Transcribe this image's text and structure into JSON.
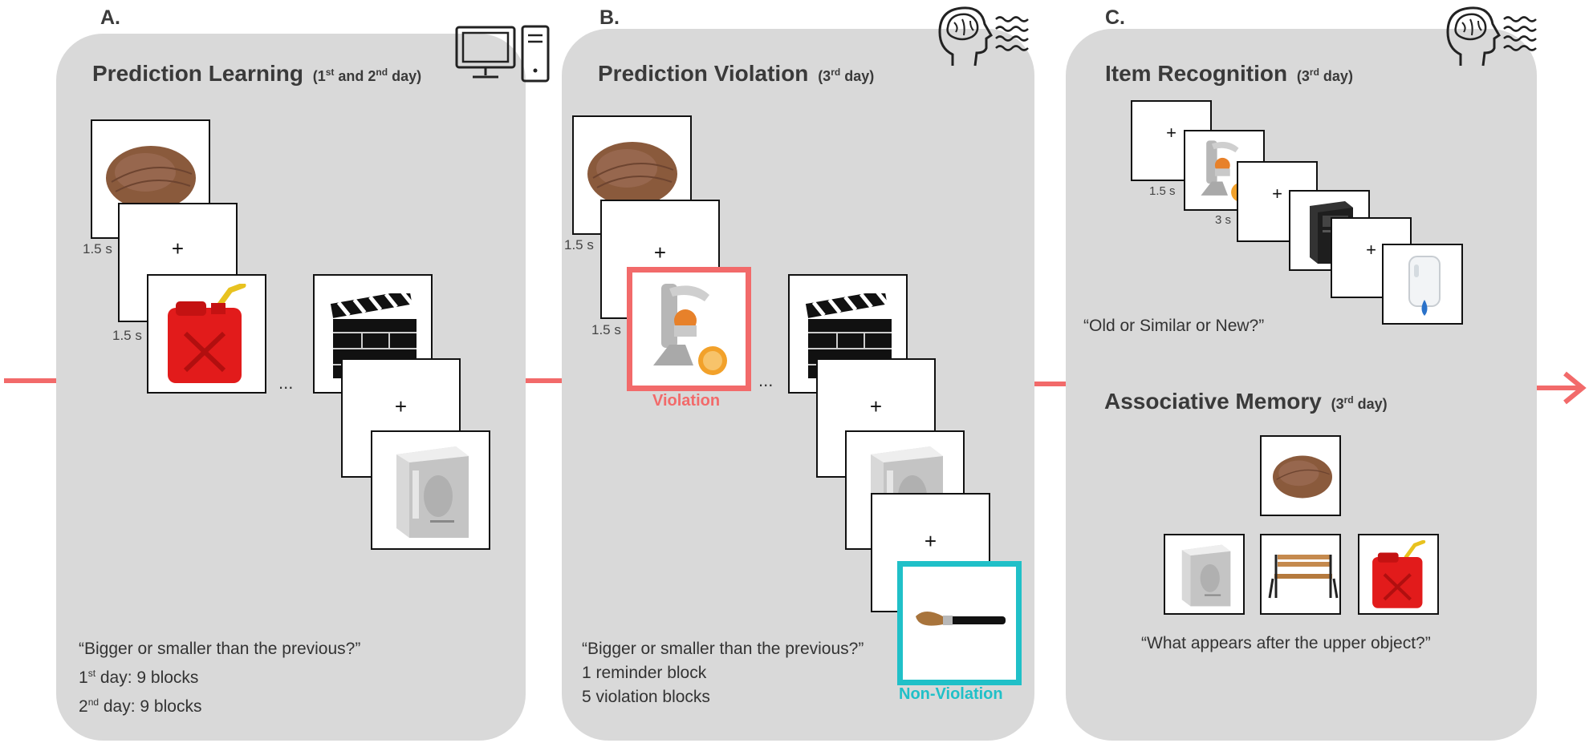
{
  "colors": {
    "panel": "#d9d9d9",
    "timeline": "#f26a6a",
    "violation": "#f26a6a",
    "nonviolation": "#20c0c8"
  },
  "panel_a": {
    "letter": "A.",
    "title": "Prediction Learning",
    "day_pre": "(1",
    "day_sup1": "st",
    "day_mid": " and 2",
    "day_sup2": "nd",
    "day_post": " day)",
    "time1": "1.5 s",
    "time2": "1.5 s",
    "fixation": "+",
    "fixation2": "+",
    "ellipsis": "...",
    "question": "“Bigger or smaller than the previous?”",
    "line2_pre": "1",
    "line2_sup": "st",
    "line2_post": " day: 9 blocks",
    "line3_pre": "2",
    "line3_sup": "nd",
    "line3_post": " day: 9 blocks",
    "icon": "computer-icon"
  },
  "panel_b": {
    "letter": "B.",
    "title": "Prediction Violation",
    "day_pre": "(3",
    "day_sup": "rd",
    "day_post": " day)",
    "time1": "1.5 s",
    "time2": "1.5 s",
    "fixation": "+",
    "fixation2": "+",
    "fixation3": "+",
    "ellipsis": "...",
    "violation_label": "Violation",
    "nonviolation_label": "Non-Violation",
    "question": "“Bigger or smaller than the previous?”",
    "line2": "1 reminder block",
    "line3": "5 violation blocks",
    "icon": "brain-mri-icon"
  },
  "panel_c": {
    "letter": "C.",
    "title1": "Item Recognition",
    "title1_day_pre": "(3",
    "title1_day_sup": "rd",
    "title1_day_post": " day)",
    "time1": "1.5 s",
    "time2": "3 s",
    "fixation": "+",
    "fixation2": "+",
    "fixation3": "+",
    "question1": "“Old or Similar or New?”",
    "title2": "Associative Memory",
    "title2_day_pre": "(3",
    "title2_day_sup": "rd",
    "title2_day_post": " day)",
    "question2": "“What appears after the upper object?”",
    "icon": "brain-mri-icon"
  }
}
